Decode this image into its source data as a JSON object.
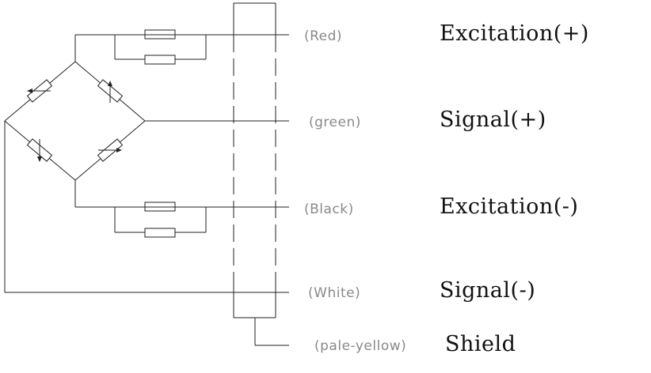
{
  "wires": [
    {
      "key": "red",
      "color_label": "(Red)",
      "signal": "Excitation(+)"
    },
    {
      "key": "green",
      "color_label": "(green)",
      "signal": "Signal(+)"
    },
    {
      "key": "black",
      "color_label": "(Black)",
      "signal": "Excitation(-)"
    },
    {
      "key": "white",
      "color_label": "(White)",
      "signal": "Signal(-)"
    },
    {
      "key": "shield",
      "color_label": "(pale-yellow)",
      "signal": "Shield"
    }
  ]
}
